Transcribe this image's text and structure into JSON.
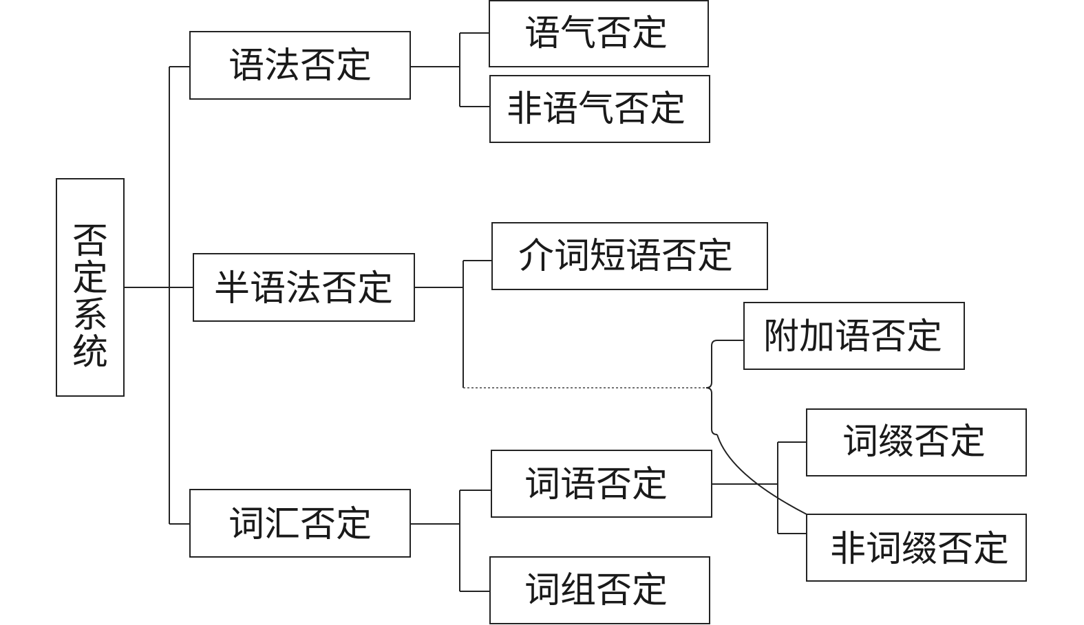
{
  "nodes": {
    "root": "否定系统",
    "grammatical": "语法否定",
    "modal": "语气否定",
    "non_modal": "非语气否定",
    "semi_grammatical": "半语法否定",
    "prepositional_phrase": "介词短语否定",
    "additional_word": "附加语否定",
    "lexical": "词汇否定",
    "word": "词语否定",
    "phrase": "词组否定",
    "affix": "词缀否定",
    "non_affix": "非词缀否定"
  }
}
